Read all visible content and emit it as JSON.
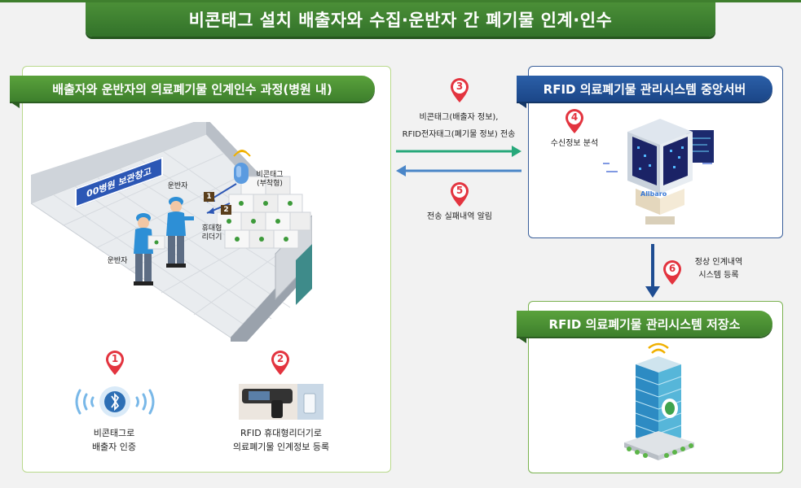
{
  "title": "비콘태그 설치 배출자와 수집·운반자 간 폐기물 인계·인수",
  "left_panel": {
    "tab": "배출자와 운반자의 의료폐기물 인계인수 과정(병원 내)",
    "warehouse_sign": "00병원 보관창고",
    "label_transporter_1": "운반자",
    "label_transporter_2": "운반자",
    "label_beacon": "비콘태그\n(부착형)",
    "label_reader": "휴대형\n리더기",
    "badge_1": "1",
    "badge_2": "2",
    "step1": {
      "num": "1",
      "text": "비콘태그로\n배출자 인증"
    },
    "step2": {
      "num": "2",
      "text": "RFID 휴대형리더기로\n의료폐기물 인계정보 등록"
    }
  },
  "middle": {
    "step3": {
      "num": "3",
      "text": "비콘태그(배출자 정보),\nRFID전자태그(폐기물 정보) 전송"
    },
    "step5": {
      "num": "5",
      "text": "전송 실패내역 알림"
    }
  },
  "server_panel": {
    "tab": "RFID 의료폐기물 관리시스템 중앙서버",
    "step4": {
      "num": "4",
      "text": "수신정보 분석"
    },
    "server_logo": "Allbaro"
  },
  "flow6": {
    "num": "6",
    "text": "정상 인계내역\n시스템 등록"
  },
  "storage_panel": {
    "tab": "RFID 의료폐기물 관리시스템 저장소"
  },
  "colors": {
    "green": "#4b8f37",
    "blue": "#1f4d92",
    "pin_red": "#e3343f",
    "arrow_green": "#27a87a",
    "arrow_blue": "#4a86c8"
  }
}
